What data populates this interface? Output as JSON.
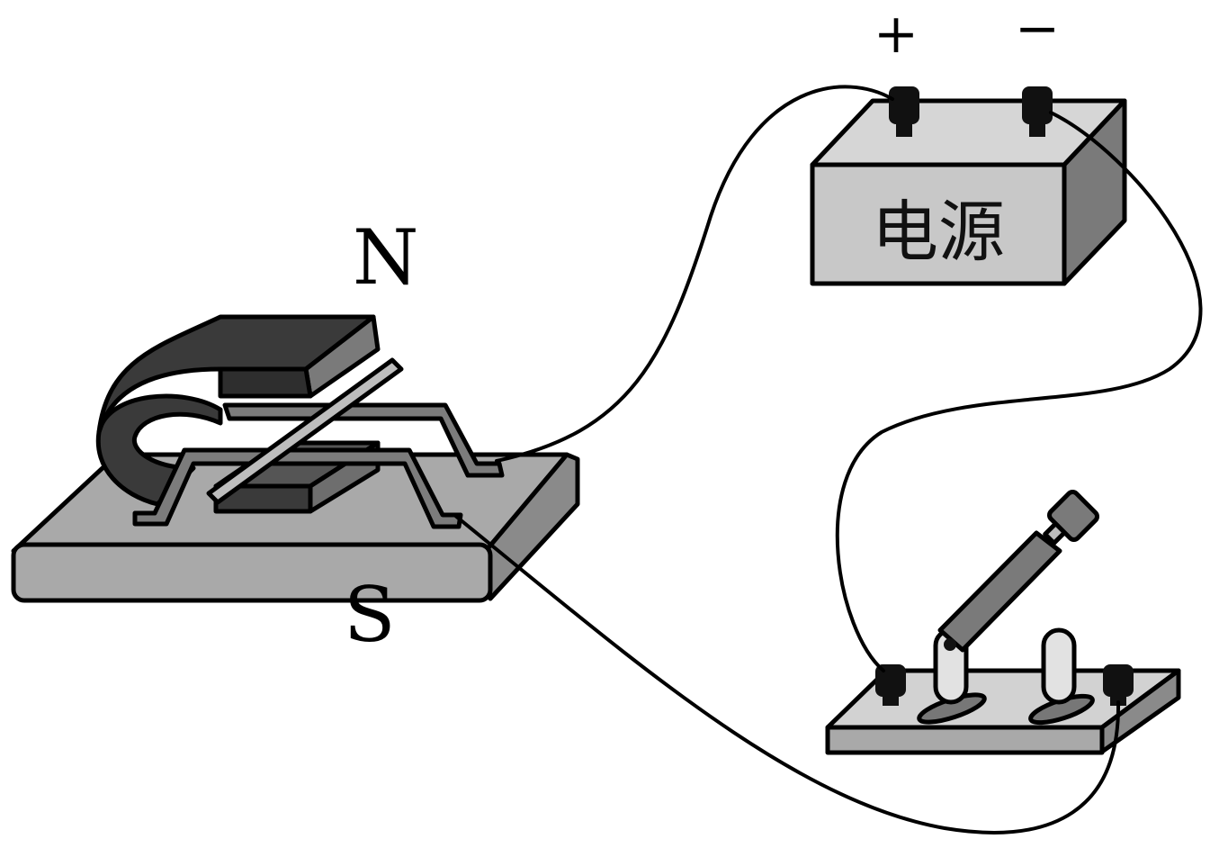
{
  "labels": {
    "north_pole": "N",
    "south_pole": "S",
    "power_source": "电源",
    "positive_terminal": "+",
    "negative_terminal": "−"
  },
  "colors": {
    "base_light": "#a9a9a9",
    "base_side": "#8a8a8a",
    "magnet_dark": "#3a3a3a",
    "magnet_mid": "#6b6b6b",
    "box_top": "#d6d6d6",
    "box_front": "#c8c8c8",
    "box_side": "#7a7a7a",
    "terminal": "#111111",
    "wire": "#000000"
  }
}
